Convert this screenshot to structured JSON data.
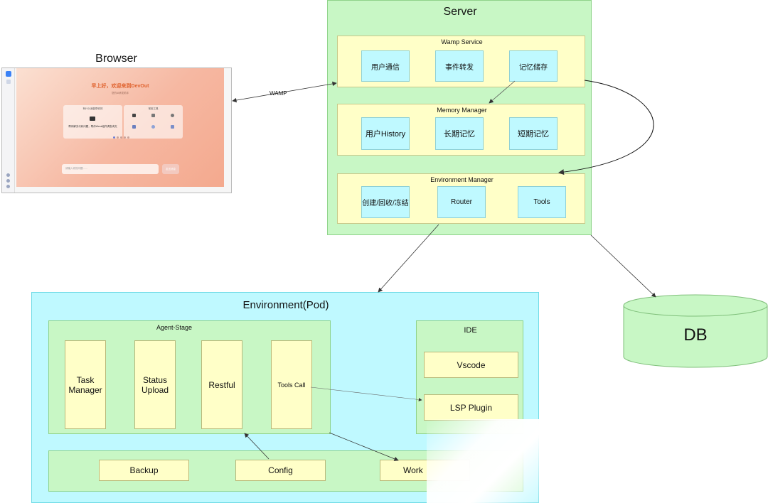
{
  "browser": {
    "title": "Browser",
    "greeting": "早上好，欢迎来到DevOut",
    "greeting_sub": "您的AI研发助手",
    "card_left_title": "有什么我能帮你的",
    "card_left_text": "帮你解决代码问题，帮你Wesir组件调查询文",
    "card_right_title": "常用工具",
    "input_placeholder": "请输入你的问题……",
    "send_button": "发送消息"
  },
  "wamp_label": "WAMP",
  "server": {
    "title": "Server",
    "wamp_service": {
      "title": "Wamp Service",
      "items": [
        "用户通信",
        "事件转发",
        "记忆储存"
      ]
    },
    "memory_manager": {
      "title": "Memory Manager",
      "items": [
        "用户History",
        "长期记忆",
        "短期记忆"
      ]
    },
    "environment_manager": {
      "title": "Environment Manager",
      "items": [
        "创建/回收/冻结",
        "Router",
        "Tools"
      ]
    }
  },
  "db": {
    "label": "DB"
  },
  "environment": {
    "title": "Environment(Pod)",
    "agent_stage": {
      "title": "Agent-Stage",
      "items": [
        "Task Manager",
        "Status Upload",
        "Restful",
        "Tools Call"
      ]
    },
    "ide": {
      "title": "IDE",
      "items": [
        "Vscode",
        "LSP Plugin"
      ]
    },
    "bottom": {
      "items": [
        "Backup",
        "Config",
        "Work"
      ]
    }
  },
  "colors": {
    "green_panel": "#c8f7c5",
    "cyan_panel": "#bff9ff",
    "yellow_box": "#ffffc8",
    "browser_accent": "#f08a5d"
  }
}
